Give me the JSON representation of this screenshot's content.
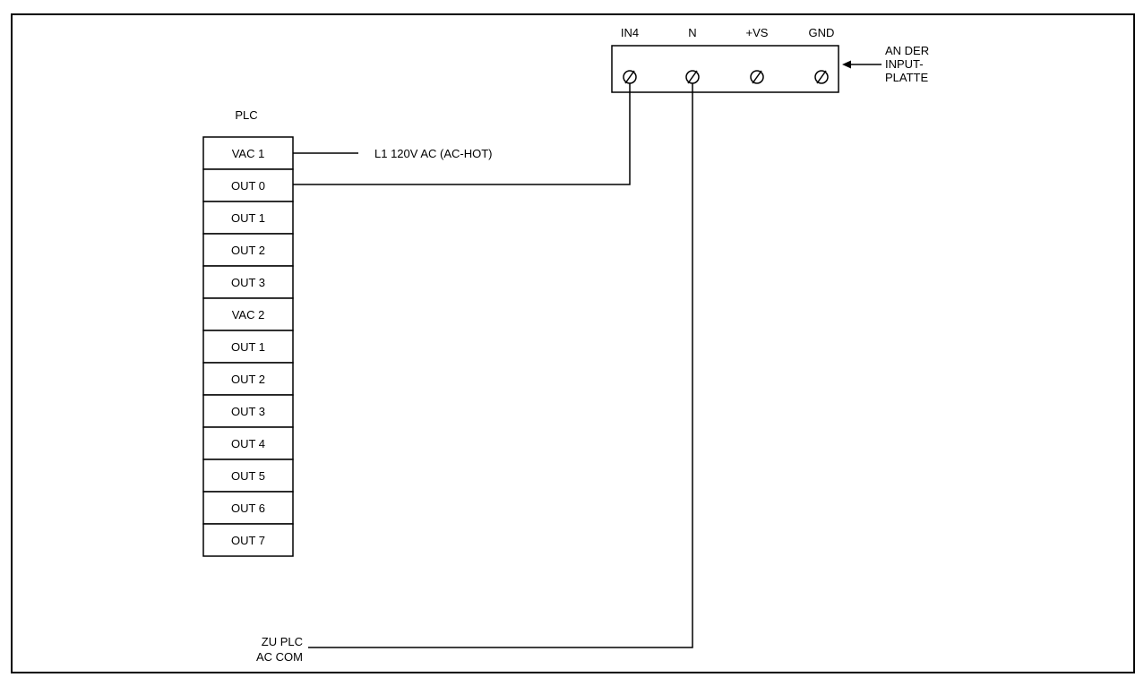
{
  "plc": {
    "title": "PLC",
    "terminals": [
      "VAC 1",
      "OUT 0",
      "OUT 1",
      "OUT 2",
      "OUT 3",
      "VAC 2",
      "OUT 1",
      "OUT 2",
      "OUT 3",
      "OUT 4",
      "OUT 5",
      "OUT 6",
      "OUT 7"
    ]
  },
  "input_board": {
    "terminal_labels": [
      "IN4",
      "N",
      "+VS",
      "GND"
    ],
    "callout": [
      "AN DER",
      "INPUT-",
      "PLATTE"
    ]
  },
  "wiring": {
    "vac1_label": "L1  120V AC  (AC-HOT)",
    "ac_com_label": [
      "ZU PLC",
      "AC COM"
    ]
  }
}
